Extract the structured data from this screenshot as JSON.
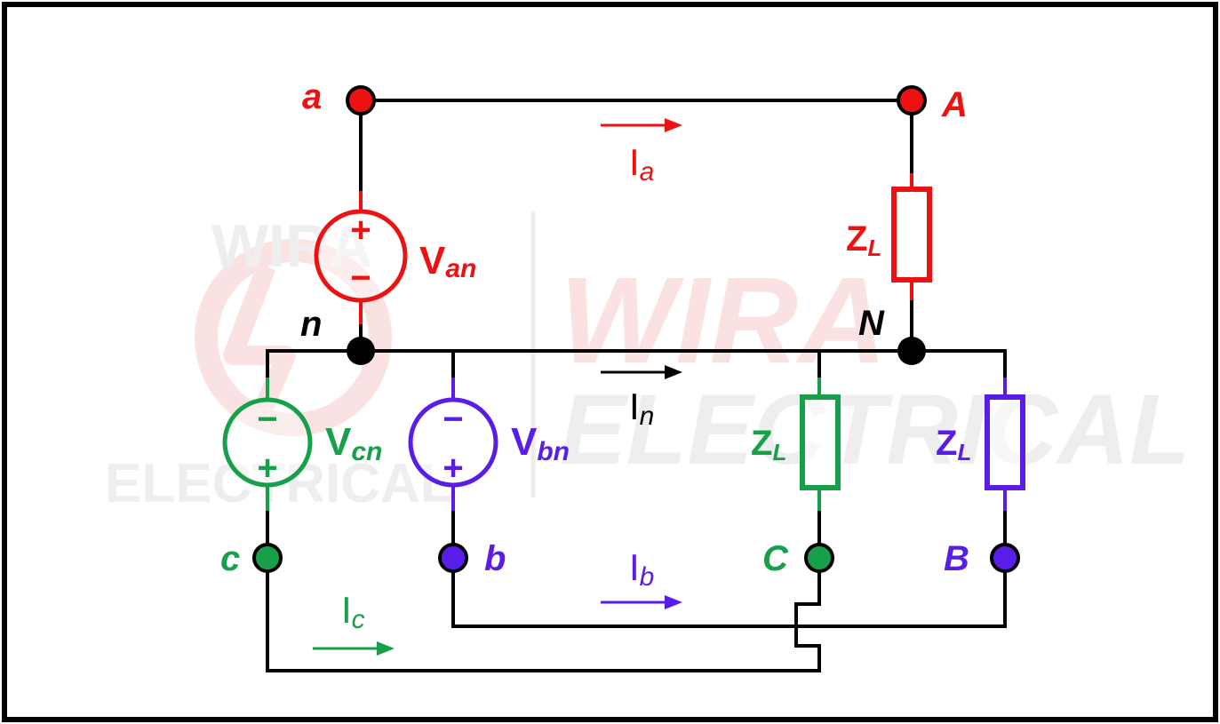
{
  "colors": {
    "phase_a": "#ee1111",
    "phase_b": "#5a1de8",
    "phase_c": "#17a04a",
    "neutral": "#000000",
    "watermark": "#eeeeee",
    "watermark_red": "#fbe2e2"
  },
  "nodes": {
    "a": "a",
    "A": "A",
    "b": "b",
    "B": "B",
    "c": "c",
    "C": "C",
    "n": "n",
    "N": "N"
  },
  "sources": {
    "van": {
      "main": "V",
      "sub": "an",
      "top_sign": "+",
      "bottom_sign": "−"
    },
    "vbn": {
      "main": "V",
      "sub": "bn",
      "top_sign": "−",
      "bottom_sign": "+"
    },
    "vcn": {
      "main": "V",
      "sub": "cn",
      "top_sign": "−",
      "bottom_sign": "+"
    }
  },
  "loads": {
    "za": {
      "main": "Z",
      "sub": "L"
    },
    "zb": {
      "main": "Z",
      "sub": "L"
    },
    "zc": {
      "main": "Z",
      "sub": "L"
    }
  },
  "currents": {
    "ia": {
      "main": "I",
      "sub": "a"
    },
    "ib": {
      "main": "I",
      "sub": "b"
    },
    "ic": {
      "main": "I",
      "sub": "c"
    },
    "in": {
      "main": "I",
      "sub": "n"
    }
  },
  "watermark": {
    "word1": "WIRA",
    "word2": "ELECTRICAL"
  }
}
